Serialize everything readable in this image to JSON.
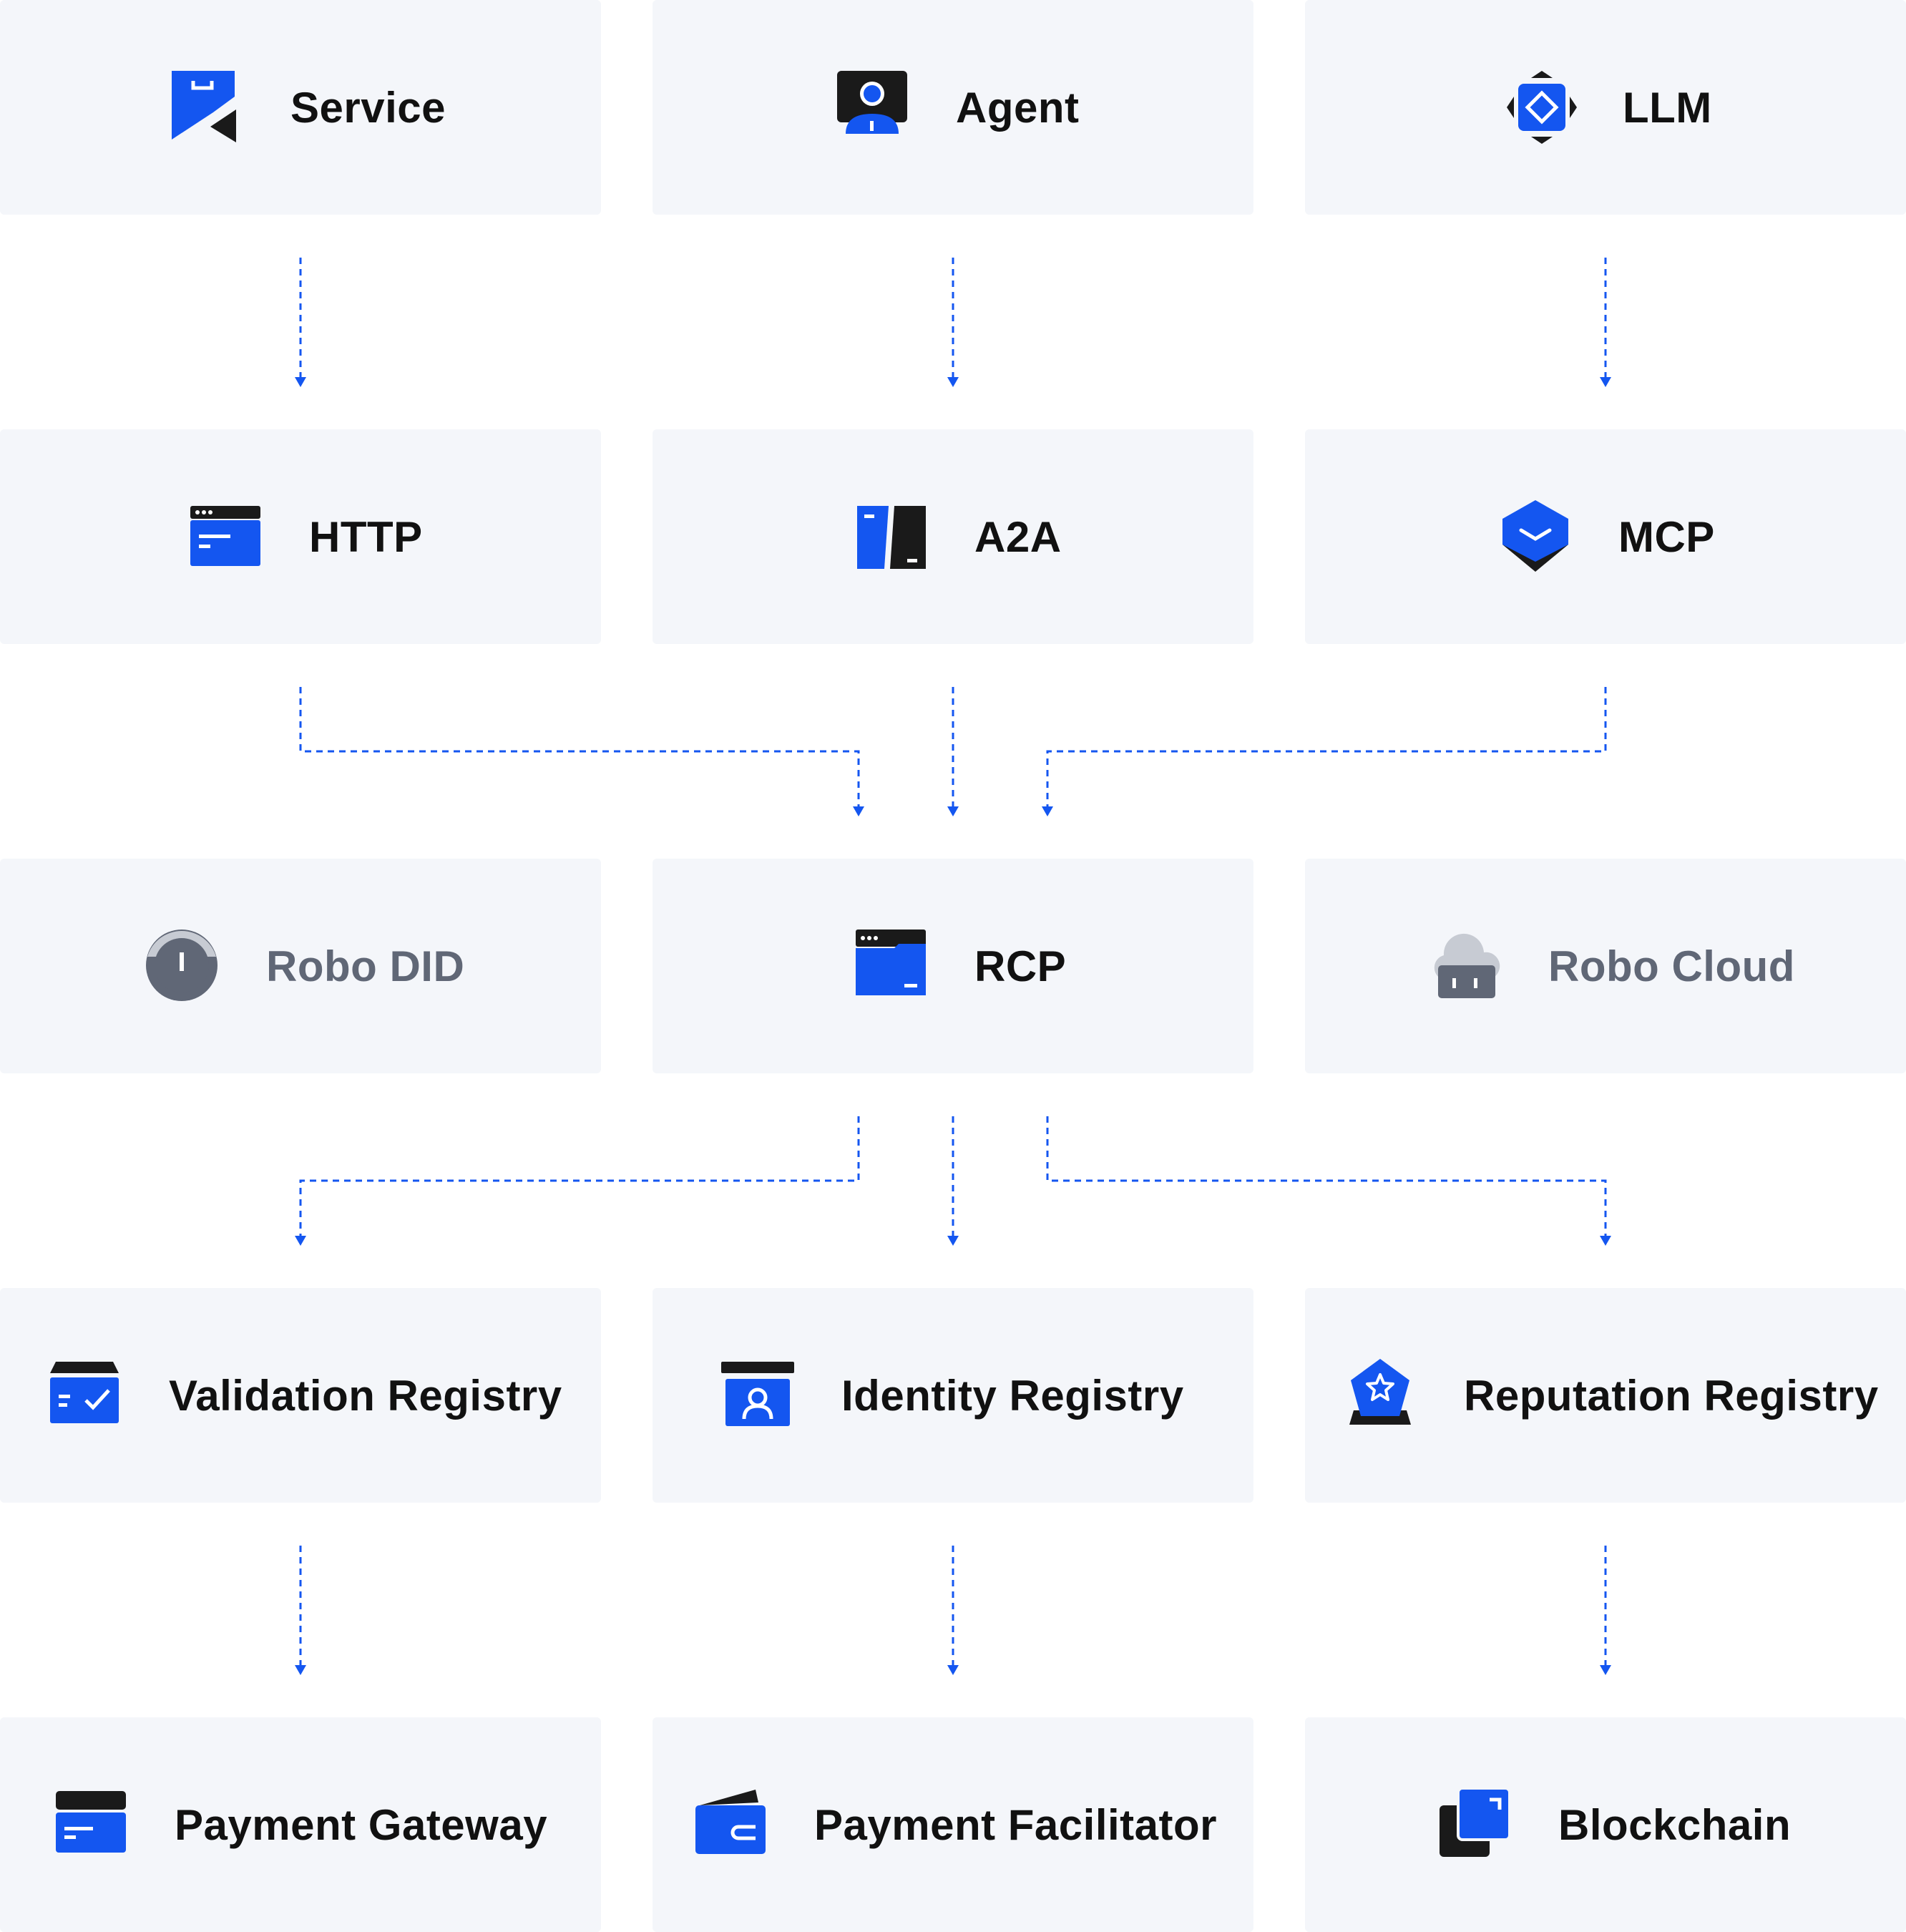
{
  "colors": {
    "accent": "#1456f0",
    "dark": "#1a1a1a",
    "muted": "#606776",
    "card_bg": "#f4f6fa"
  },
  "rows": [
    [
      {
        "label": "Service",
        "icon": "service-icon"
      },
      {
        "label": "Agent",
        "icon": "agent-icon"
      },
      {
        "label": "LLM",
        "icon": "llm-icon"
      }
    ],
    [
      {
        "label": "HTTP",
        "icon": "http-icon"
      },
      {
        "label": "A2A",
        "icon": "a2a-icon"
      },
      {
        "label": "MCP",
        "icon": "mcp-icon"
      }
    ],
    [
      {
        "label": "Robo DID",
        "icon": "robo-did-icon",
        "muted": true
      },
      {
        "label": "RCP",
        "icon": "rcp-icon"
      },
      {
        "label": "Robo Cloud",
        "icon": "robo-cloud-icon",
        "muted": true
      }
    ],
    [
      {
        "label": "Validation Registry",
        "icon": "validation-registry-icon"
      },
      {
        "label": "Identity Registry",
        "icon": "identity-registry-icon"
      },
      {
        "label": "Reputation Registry",
        "icon": "reputation-registry-icon"
      }
    ],
    [
      {
        "label": "Payment Gateway",
        "icon": "payment-gateway-icon"
      },
      {
        "label": "Payment Facilitator",
        "icon": "payment-facilitator-icon"
      },
      {
        "label": "Blockchain",
        "icon": "blockchain-icon"
      }
    ]
  ]
}
